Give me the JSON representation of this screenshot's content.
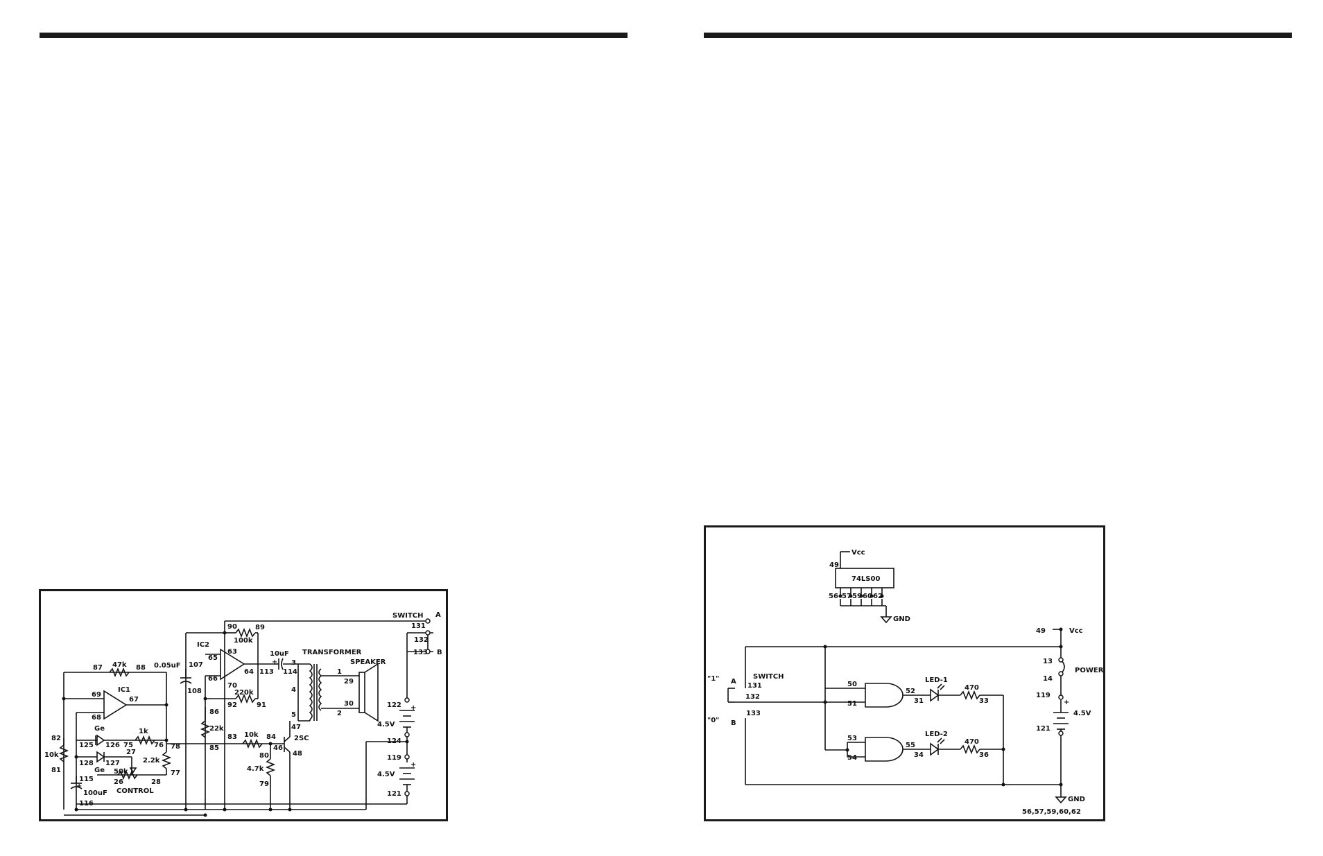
{
  "left_schematic": {
    "labels": {
      "switch": "SWITCH",
      "a": "A",
      "b": "B",
      "n131": "131",
      "n132": "132",
      "n133": "133",
      "n90": "90",
      "n89": "89",
      "r100k": "100k",
      "ic2": "IC2",
      "n63": "63",
      "n65": "65",
      "n64": "64",
      "n66": "66",
      "n70": "70",
      "r220k": "220k",
      "n92": "92",
      "n91": "91",
      "n107": "107",
      "n108": "108",
      "c005": "0.05uF",
      "n87": "87",
      "r47k": "47k",
      "n88": "88",
      "ic1": "IC1",
      "n69": "69",
      "n67": "67",
      "n68": "68",
      "ge1": "Ge",
      "ge2": "Ge",
      "n125": "125",
      "n126": "126",
      "n75": "75",
      "r1k": "1k",
      "n76": "76",
      "n128": "128",
      "n127": "127",
      "n27": "27",
      "r22k2": "2.2k",
      "n78": "78",
      "n77": "77",
      "r50k": "50k",
      "n26": "26",
      "n28": "28",
      "control": "CONTROL",
      "n82": "82",
      "r10k1": "10k",
      "n81": "81",
      "n115": "115",
      "c100": "100uF",
      "n116": "116",
      "n86": "86",
      "r22k": "22k",
      "n85": "85",
      "n83": "83",
      "r10k2": "10k",
      "n84": "84",
      "n80": "80",
      "r47": "4.7k",
      "n79": "79",
      "n46": "46",
      "n47": "47",
      "n48": "48",
      "q": "2SC",
      "c10": "10uF",
      "n113": "113",
      "n114": "114",
      "n3": "3",
      "n4": "4",
      "n5": "5",
      "transformer": "TRANSFORMER",
      "speaker": "SPEAKER",
      "n1": "1",
      "n2": "2",
      "n29": "29",
      "n30": "30",
      "n122": "122",
      "v1": "4.5V",
      "n124": "124",
      "n119": "119",
      "v2": "4.5V",
      "n121": "121",
      "plus": "+"
    }
  },
  "right_schematic": {
    "labels": {
      "vcc1": "Vcc",
      "n49a": "49",
      "chip": "74LS00",
      "n56": "56",
      "n57": "57",
      "n59": "59",
      "n60": "60",
      "n62": "62",
      "gnd1": "GND",
      "n49b": "49",
      "vcc2": "Vcc",
      "one": "\"1\"",
      "a": "A",
      "switch": "SWITCH",
      "n131": "131",
      "n132": "132",
      "zero": "\"0\"",
      "b": "B",
      "n133": "133",
      "n50": "50",
      "n51": "51",
      "n52": "52",
      "n31": "31",
      "led1": "LED-1",
      "r470a": "470",
      "n33": "33",
      "n53": "53",
      "n54": "54",
      "n55": "55",
      "n34": "34",
      "led2": "LED-2",
      "r470b": "470",
      "n36": "36",
      "n13": "13",
      "n14": "14",
      "power": "POWER",
      "n119": "119",
      "n121": "121",
      "v": "4.5V",
      "plus": "+",
      "gnd2": "GND",
      "footer": "56,57,59,60,62"
    }
  }
}
